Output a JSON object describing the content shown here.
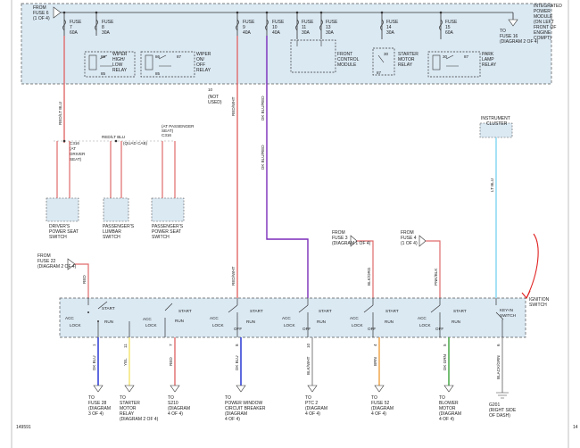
{
  "ipm": {
    "l1": "INTEGRATED",
    "l2": "POWER",
    "l3": "MODULE",
    "l4": "(ON LEFT",
    "l5": "FRONT OF",
    "l6": "ENGINE",
    "l7": "COMPT)"
  },
  "top": {
    "from1": "FROM",
    "from2": "FUSE 6",
    "from3": "(1 OF 4)",
    "to16_1": "TO",
    "to16_2": "FUSE 16",
    "to16_3": "(DIAGRAM 2 OF 4)",
    "w10": "10",
    "notused1": "(NOT",
    "notused2": "USED)"
  },
  "fuses": {
    "f7": {
      "l": "FUSE",
      "n": "7",
      "a": "60A"
    },
    "f8": {
      "l": "FUSE",
      "n": "8",
      "a": "30A"
    },
    "f9": {
      "l": "FUSE",
      "n": "9",
      "a": "40A"
    },
    "f10": {
      "l": "FUSE",
      "n": "10",
      "a": "40A"
    },
    "f11": {
      "l": "FUSE",
      "n": "11",
      "a": "30A"
    },
    "f13": {
      "l": "FUSE",
      "n": "13",
      "a": "30A"
    },
    "f14": {
      "l": "FUSE",
      "n": "14",
      "a": "30A"
    },
    "f15": {
      "l": "FUSE",
      "n": "15",
      "a": "60A"
    }
  },
  "relays": {
    "wiper_hl": {
      "p86": "86",
      "p85": "85",
      "l1": "WIPER",
      "l2": "HIGH/",
      "l3": "LOW",
      "l4": "RELAY"
    },
    "wiper_oo": {
      "p86": "86",
      "p87": "87",
      "p85": "85",
      "l1": "WIPER",
      "l2": "ON/",
      "l3": "OFF",
      "l4": "RELAY"
    },
    "fcm": {
      "l1": "FRONT",
      "l2": "CONTROL",
      "l3": "MODULE"
    },
    "starter": {
      "p30": "30",
      "p87": "87",
      "l1": "STARTER",
      "l2": "MOTOR",
      "l3": "RELAY"
    },
    "park": {
      "p30": "30",
      "p87": "87",
      "l1": "PARK",
      "l2": "LAMP",
      "l3": "RELAY"
    }
  },
  "wires": {
    "w1": "RED/LT BLU",
    "w2": "RED/WHT",
    "w3": "DK BLU/RED",
    "w3b": "DK BLU/RED",
    "w2b": "RED/WHT",
    "ltblu": "LT BLU",
    "blkorg": "BLK/ORG",
    "pnkblk": "PNK/BLK",
    "red": "RED",
    "o1": "DK BLU",
    "o2": "YEL",
    "o3": "RED",
    "o4": "DK BLU",
    "o5": "BLK/WHT",
    "o6": "BRN",
    "o7": "DK GRN",
    "o8": "BLACK/GRN"
  },
  "seats": {
    "s1a": "C316",
    "s1b": "(AT",
    "s1c": "DRIVER",
    "s1d": "SEAT)",
    "s2a": "RED/LT BLU",
    "s2b": "(QUAD CAB)",
    "s3a": "(AT PASSENGER",
    "s3b": "SEAT)",
    "s3c": "C316",
    "drv1": "DRIVER'S",
    "drv2": "POWER SEAT",
    "drv3": "SWITCH",
    "lum1": "PASSENGER'S",
    "lum2": "LUMBAR",
    "lum3": "SWITCH",
    "pas1": "PASSENGER'S",
    "pas2": "POWER SEAT",
    "pas3": "SWITCH"
  },
  "cluster": {
    "l1": "INSTRUMENT",
    "l2": "CLUSTER"
  },
  "feeds": {
    "f3a": "FROM",
    "f3b": "FUSE 3",
    "f3c": "(DIAGRAM 1 OF 4)",
    "f4a": "FROM",
    "f4b": "FUSE 4",
    "f4c": "(1 OF 4)",
    "f22a": "FROM",
    "f22b": "FUSE 22",
    "f22c": "(DIAGRAM 2 OF 4)"
  },
  "ignition": {
    "l1": "IGNITION",
    "l2": "SWITCH",
    "start": "START",
    "acc": "ACC",
    "lock": "LOCK",
    "run": "RUN",
    "off": "OFF",
    "keyin1": "KEY-IN",
    "keyin2": "SWITCH"
  },
  "pins": {
    "p1": "1",
    "p11": "11",
    "p7": "7",
    "p8": "8",
    "p10": "10",
    "p4": "4",
    "p5": "5",
    "p6": "6"
  },
  "dest": {
    "d1": {
      "l1": "TO",
      "l2": "FUSE 28",
      "l3": "(DIAGRAM",
      "l4": "3 OF 4)"
    },
    "d2": {
      "l1": "TO",
      "l2": "STARTER",
      "l3": "MOTOR",
      "l4": "RELAY",
      "l5": "(DIAGRAM 2 OF 4)"
    },
    "d3": {
      "l1": "TO",
      "l2": "S210",
      "l3": "(DIAGRAM",
      "l4": "4 OF 4)"
    },
    "d4": {
      "l1": "TO",
      "l2": "POWER WINDOW",
      "l3": "CIRCUIT BREAKER",
      "l4": "(DIAGRAM",
      "l5": "4 OF 4)"
    },
    "d5": {
      "l1": "TO",
      "l2": "PTC 2",
      "l3": "(DIAGRAM",
      "l4": "4 OF 4)"
    },
    "d6": {
      "l1": "TO",
      "l2": "FUSE 52",
      "l3": "(DIAGRAM",
      "l4": "4 OF 4)"
    },
    "d7": {
      "l1": "TO",
      "l2": "BLOWER",
      "l3": "MOTOR",
      "l4": "(DIAGRAM",
      "l5": "4 OF 4)"
    },
    "d8": {
      "l1": "G201",
      "l2": "(RIGHT SIDE",
      "l3": "OF DASH)"
    }
  },
  "footer": {
    "left": "149591",
    "right": "14"
  },
  "colors": {
    "module_fill": "#dbe9f3",
    "wire_red": "#e06a6a",
    "wire_dk_blu_red": "#7a2cb8",
    "wire_lt_blu": "#7fd6f2",
    "wire_dk_blu": "#1a2ad0",
    "wire_yel": "#f2e26b",
    "wire_brn": "#f0a040",
    "wire_dk_grn": "#3aa33a",
    "annotation": "#e02020"
  }
}
